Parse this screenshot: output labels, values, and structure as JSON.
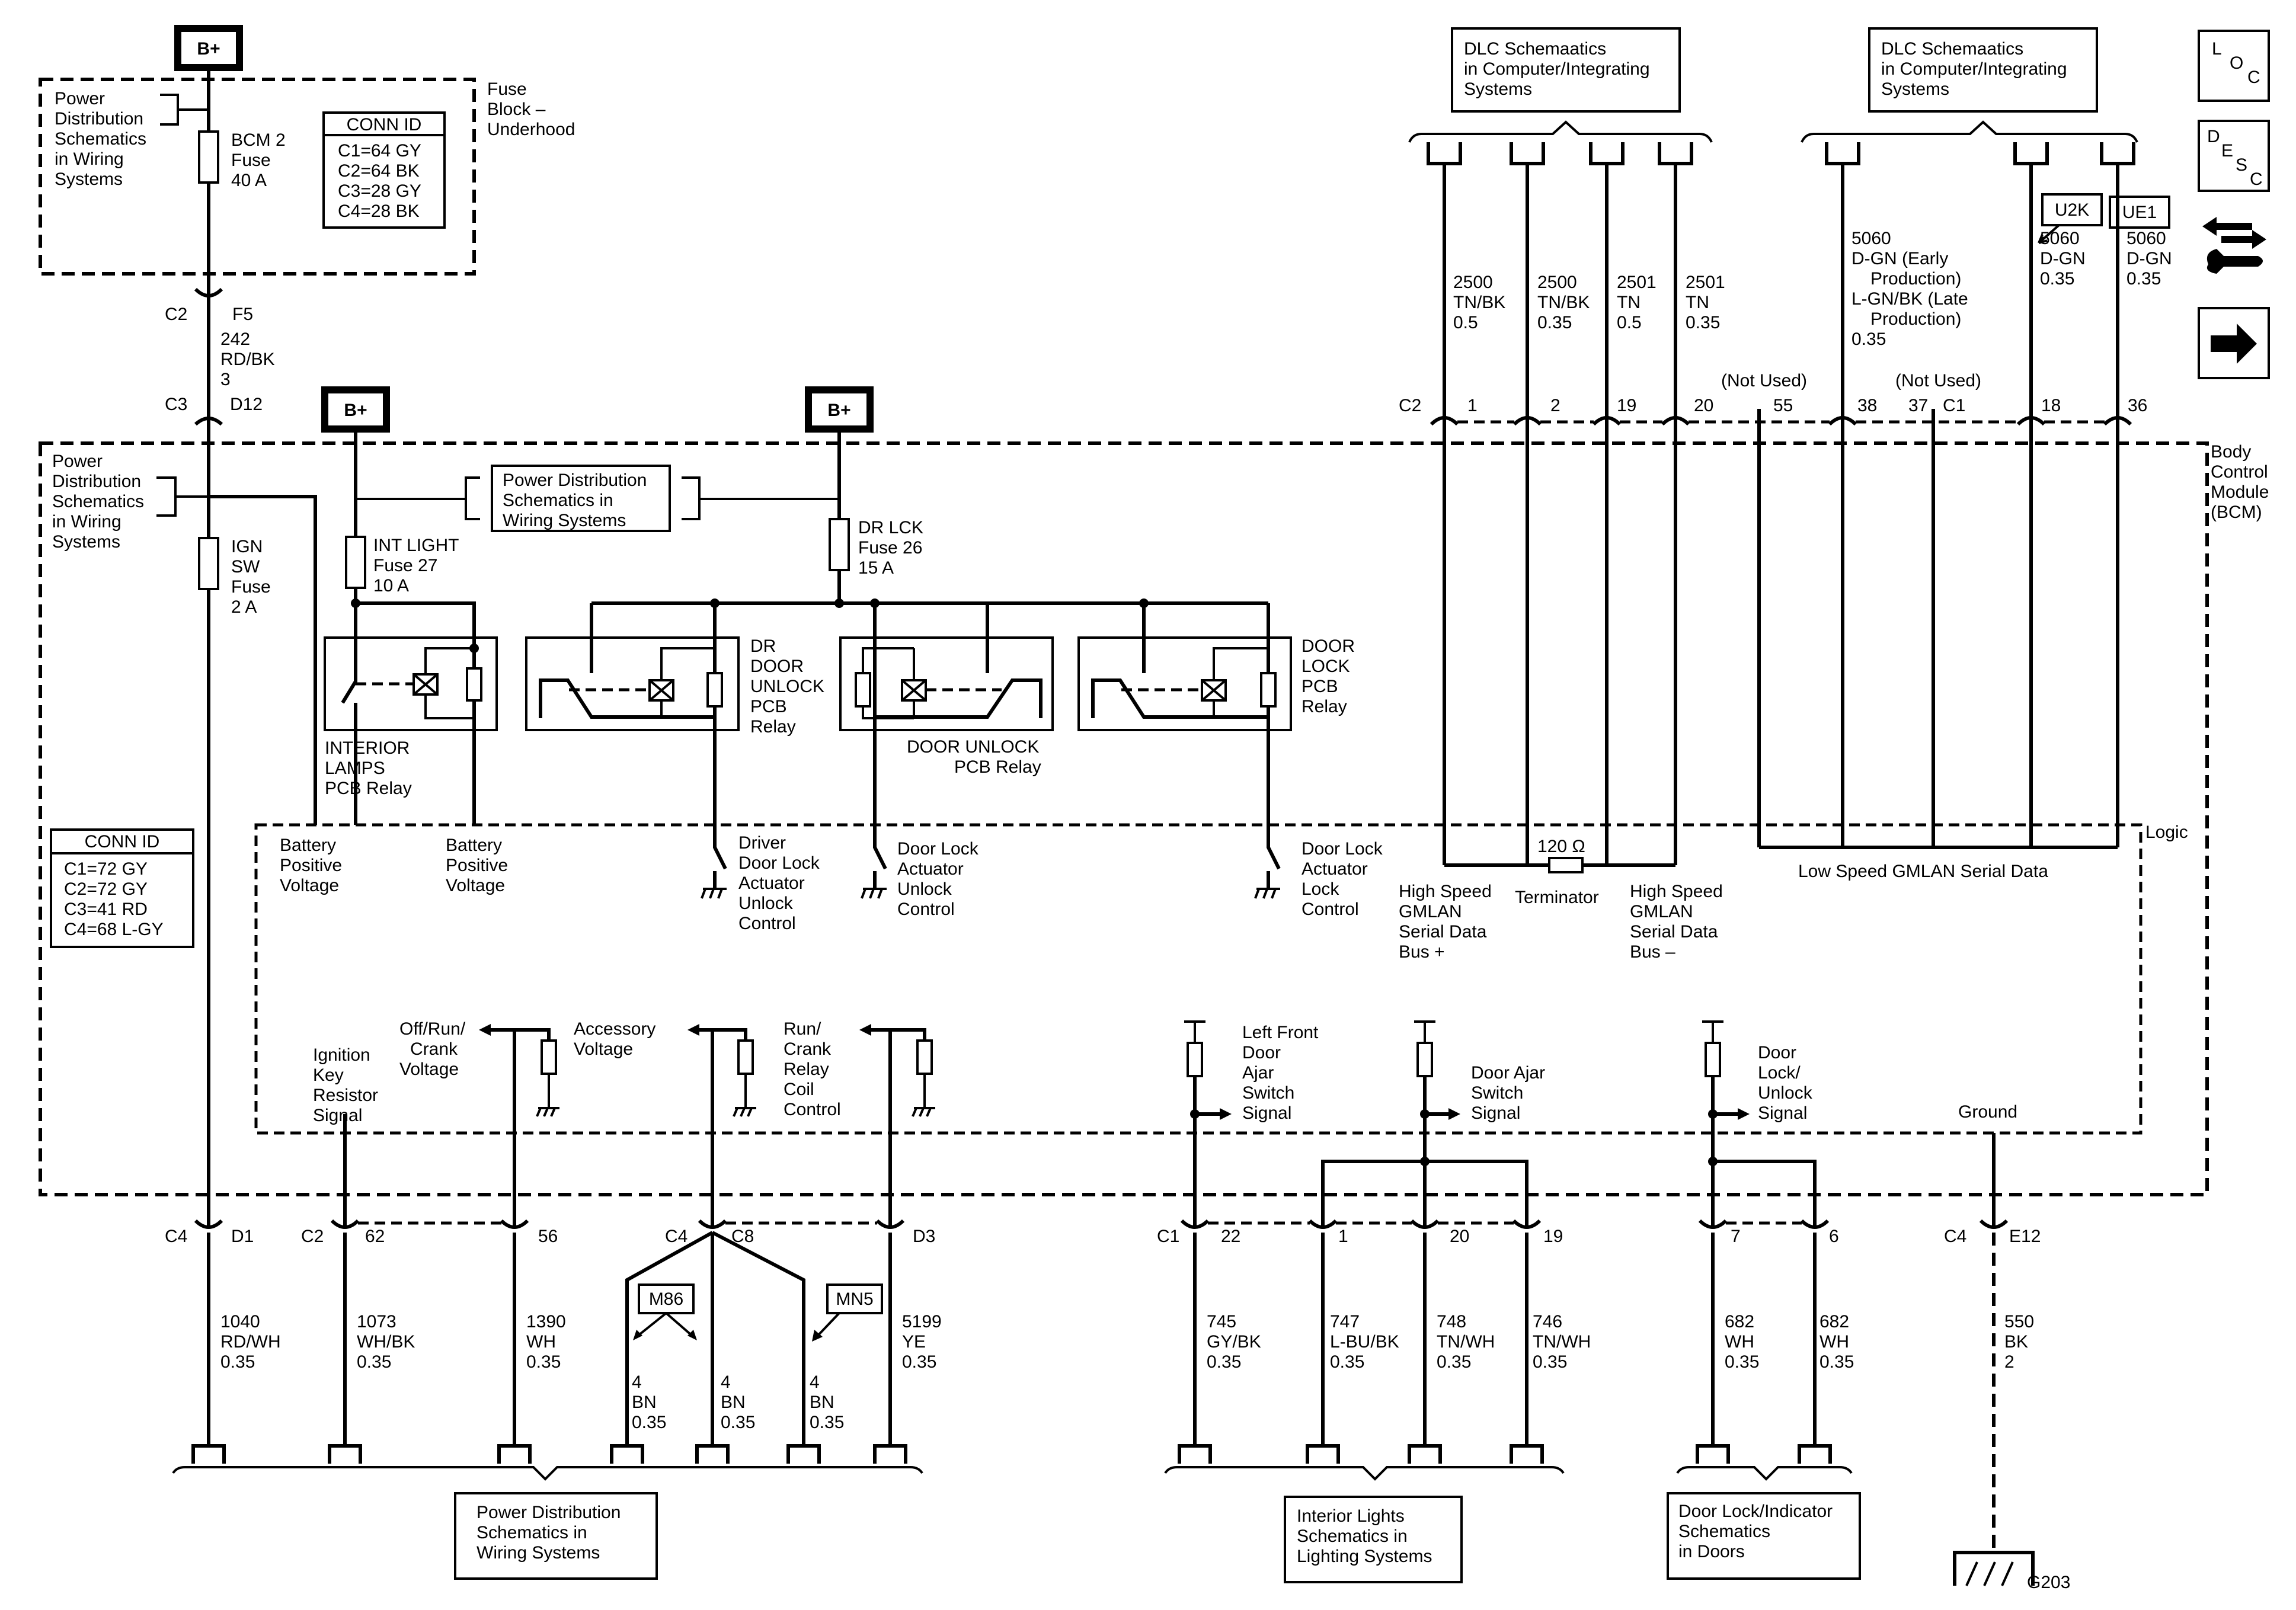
{
  "supply": {
    "bplus": "B+",
    "pds_top": [
      "Power",
      "Distribution",
      "Schematics",
      "in Wiring",
      "Systems"
    ],
    "bcm2_fuse": [
      "BCM 2",
      "Fuse",
      "40 A"
    ],
    "conn_id_top": {
      "title": "CONN ID",
      "rows": [
        "C1=64 GY",
        "C2=64 BK",
        "C3=28 GY",
        "C4=28 BK"
      ]
    },
    "fuse_block": [
      "Fuse",
      "Block –",
      "Underhood"
    ],
    "c2": "C2",
    "f5": "F5",
    "wire_242": [
      "242",
      "RD/BK",
      "3"
    ],
    "c3": "C3",
    "d12": "D12"
  },
  "bcm": {
    "title": [
      "Body",
      "Control",
      "Module",
      "(BCM)"
    ],
    "logic": "Logic",
    "pds_left": [
      "Power",
      "Distribution",
      "Schematics",
      "in Wiring",
      "Systems"
    ],
    "pds_mid": [
      "Power Distribution",
      "Schematics in",
      "Wiring Systems"
    ],
    "ign_fuse": [
      "IGN",
      "SW",
      "Fuse",
      "2 A"
    ],
    "int_light_fuse": [
      "INT LIGHT",
      "Fuse 27",
      "10 A"
    ],
    "dr_lck_fuse": [
      "DR LCK",
      "Fuse 26",
      "15 A"
    ],
    "relay_interior": [
      "INTERIOR",
      "LAMPS",
      "PCB Relay"
    ],
    "relay_dr_unlock": [
      "DR",
      "DOOR",
      "UNLOCK",
      "PCB",
      "Relay"
    ],
    "relay_unlock": [
      "DOOR UNLOCK",
      "PCB Relay"
    ],
    "relay_lock": [
      "DOOR",
      "LOCK",
      "PCB",
      "Relay"
    ],
    "conn_id_left": {
      "title": "CONN ID",
      "rows": [
        "C1=72 GY",
        "C2=72 GY",
        "C3=41 RD",
        "C4=68 L-GY"
      ]
    },
    "batt1": [
      "Battery",
      "Positive",
      "Voltage"
    ],
    "batt2": [
      "Battery",
      "Positive",
      "Voltage"
    ],
    "drv_lock": [
      "Driver",
      "Door Lock",
      "Actuator",
      "Unlock",
      "Control"
    ],
    "unlock_ctl": [
      "Door Lock",
      "Actuator",
      "Unlock",
      "Control"
    ],
    "lock_ctl": [
      "Door Lock",
      "Actuator",
      "Lock",
      "Control"
    ],
    "ign_key": [
      "Ignition",
      "Key",
      "Resistor",
      "Signal"
    ],
    "off_run": [
      "Off/Run/",
      "Crank",
      "Voltage"
    ],
    "accessory": [
      "Accessory",
      "Voltage"
    ],
    "run_crank": [
      "Run/",
      "Crank",
      "Relay",
      "Coil",
      "Control"
    ],
    "lf_ajar": [
      "Left Front",
      "Door",
      "Ajar",
      "Switch",
      "Signal"
    ],
    "door_ajar": [
      "Door Ajar",
      "Switch",
      "Signal"
    ],
    "door_lock_sig": [
      "Door",
      "Lock/",
      "Unlock",
      "Signal"
    ],
    "ground": "Ground",
    "terminator": [
      "120 Ω",
      "Terminator"
    ],
    "hs_plus": [
      "High Speed",
      "GMLAN",
      "Serial Data",
      "Bus +"
    ],
    "hs_minus": [
      "High Speed",
      "GMLAN",
      "Serial Data",
      "Bus –"
    ],
    "ls_gmlan": "Low Speed GMLAN Serial Data"
  },
  "top_right": {
    "dlc1": [
      "DLC Schemaatics",
      "in Computer/Integrating",
      "Systems"
    ],
    "dlc2": [
      "DLC Schemaatics",
      "in Computer/Integrating",
      "Systems"
    ],
    "wires": [
      [
        "2500",
        "TN/BK",
        "0.5"
      ],
      [
        "2500",
        "TN/BK",
        "0.35"
      ],
      [
        "2501",
        "TN",
        "0.5"
      ],
      [
        "2501",
        "TN",
        "0.35"
      ],
      [
        "5060",
        "D-GN (Early",
        "Production)",
        "L-GN/BK (Late",
        "Production)",
        "0.35"
      ],
      [
        "5060",
        "D-GN",
        "0.35"
      ],
      [
        "5060",
        "D-GN",
        "0.35"
      ]
    ],
    "options": [
      "U2K",
      "UE1"
    ],
    "pins": {
      "c2": "C2",
      "p1": "1",
      "p2": "2",
      "p19": "19",
      "p20": "20",
      "not_used1": "(Not Used)",
      "p55": "55",
      "p38": "38",
      "not_used2": "(Not Used)",
      "p37": "37",
      "c1": "C1",
      "p18": "18",
      "p36": "36"
    }
  },
  "bottom": {
    "pins": {
      "c4a": "C4",
      "d1": "D1",
      "c2": "C2",
      "p62": "62",
      "p56": "56",
      "c4b": "C4",
      "c8": "C8",
      "d3": "D3",
      "c1": "C1",
      "p22": "22",
      "p1": "1",
      "p20": "20",
      "p19": "19",
      "p7": "7",
      "p6": "6",
      "c4c": "C4",
      "e12": "E12"
    },
    "wires": [
      [
        "1040",
        "RD/WH",
        "0.35"
      ],
      [
        "1073",
        "WH/BK",
        "0.35"
      ],
      [
        "1390",
        "WH",
        "0.35"
      ],
      [
        "4",
        "BN",
        "0.35"
      ],
      [
        "4",
        "BN",
        "0.35"
      ],
      [
        "4",
        "BN",
        "0.35"
      ],
      [
        "5199",
        "YE",
        "0.35"
      ],
      [
        "745",
        "GY/BK",
        "0.35"
      ],
      [
        "747",
        "L-BU/BK",
        "0.35"
      ],
      [
        "748",
        "TN/WH",
        "0.35"
      ],
      [
        "746",
        "TN/WH",
        "0.35"
      ],
      [
        "682",
        "WH",
        "0.35"
      ],
      [
        "682",
        "WH",
        "0.35"
      ],
      [
        "550",
        "BK",
        "2"
      ]
    ],
    "options": [
      "M86",
      "MN5"
    ],
    "pds_bottom": [
      "Power Distribution",
      "Schematics in",
      "Wiring Systems"
    ],
    "interior_lights": [
      "Interior Lights",
      "Schematics in",
      "Lighting Systems"
    ],
    "door_lock_ind": [
      "Door Lock/Indicator",
      "Schematics",
      "in Doors"
    ],
    "g203": "G203"
  },
  "side_icons": {
    "loc": [
      "L",
      "O",
      "C"
    ],
    "desc": [
      "D",
      "E",
      "S",
      "C"
    ],
    "icons": [
      "tools-icon",
      "arrow-right-icon"
    ]
  }
}
